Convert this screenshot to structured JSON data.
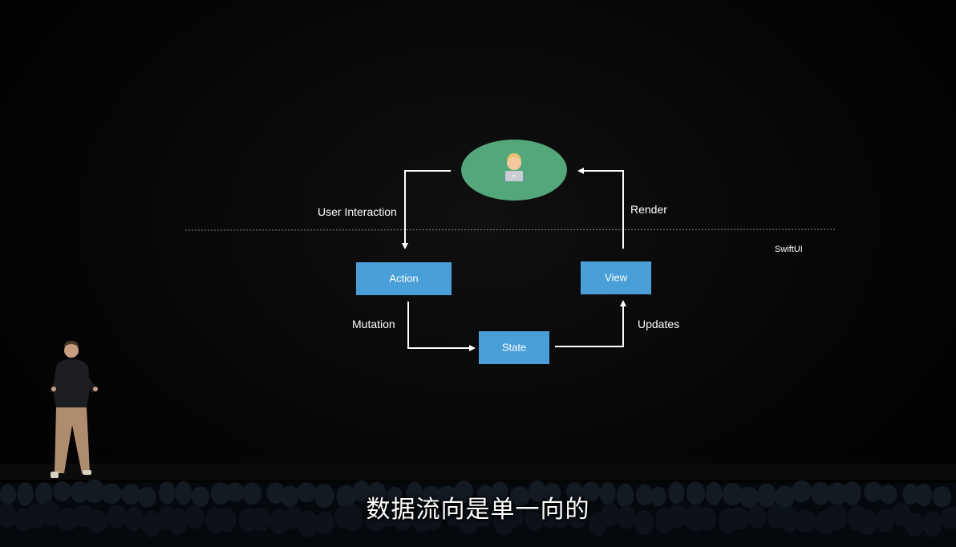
{
  "diagram": {
    "nodes": {
      "user": {
        "icon": "person-with-laptop-icon"
      },
      "action": {
        "label": "Action"
      },
      "view": {
        "label": "View"
      },
      "state": {
        "label": "State"
      }
    },
    "edges": {
      "user_interaction": "User Interaction",
      "render": "Render",
      "mutation": "Mutation",
      "updates": "Updates"
    },
    "layer_label": "SwiftUI"
  },
  "subtitle": "数据流向是单一向的",
  "colors": {
    "box": "#4a9fd8",
    "ellipse": "#54a77a",
    "arrow": "#ffffff",
    "background": "#000000"
  }
}
